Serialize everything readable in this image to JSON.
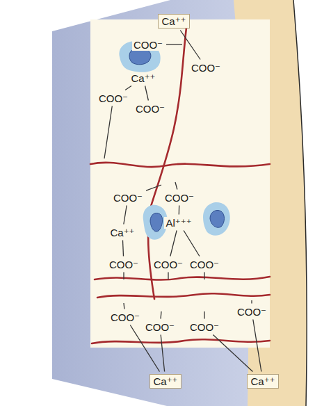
{
  "diagram": {
    "labels": [
      "Ca⁺⁺",
      "COO⁻",
      "COO⁻",
      "Ca⁺⁺",
      "COO⁻",
      "COO⁻",
      "COO⁻",
      "COO⁻",
      "Ca⁺⁺",
      "Al⁺⁺⁺",
      "COO⁻",
      "COO⁻",
      "COO⁻",
      "COO⁻",
      "COO⁻",
      "COO⁻",
      "COO⁻",
      "Ca⁺⁺",
      "Ca⁺⁺"
    ]
  }
}
